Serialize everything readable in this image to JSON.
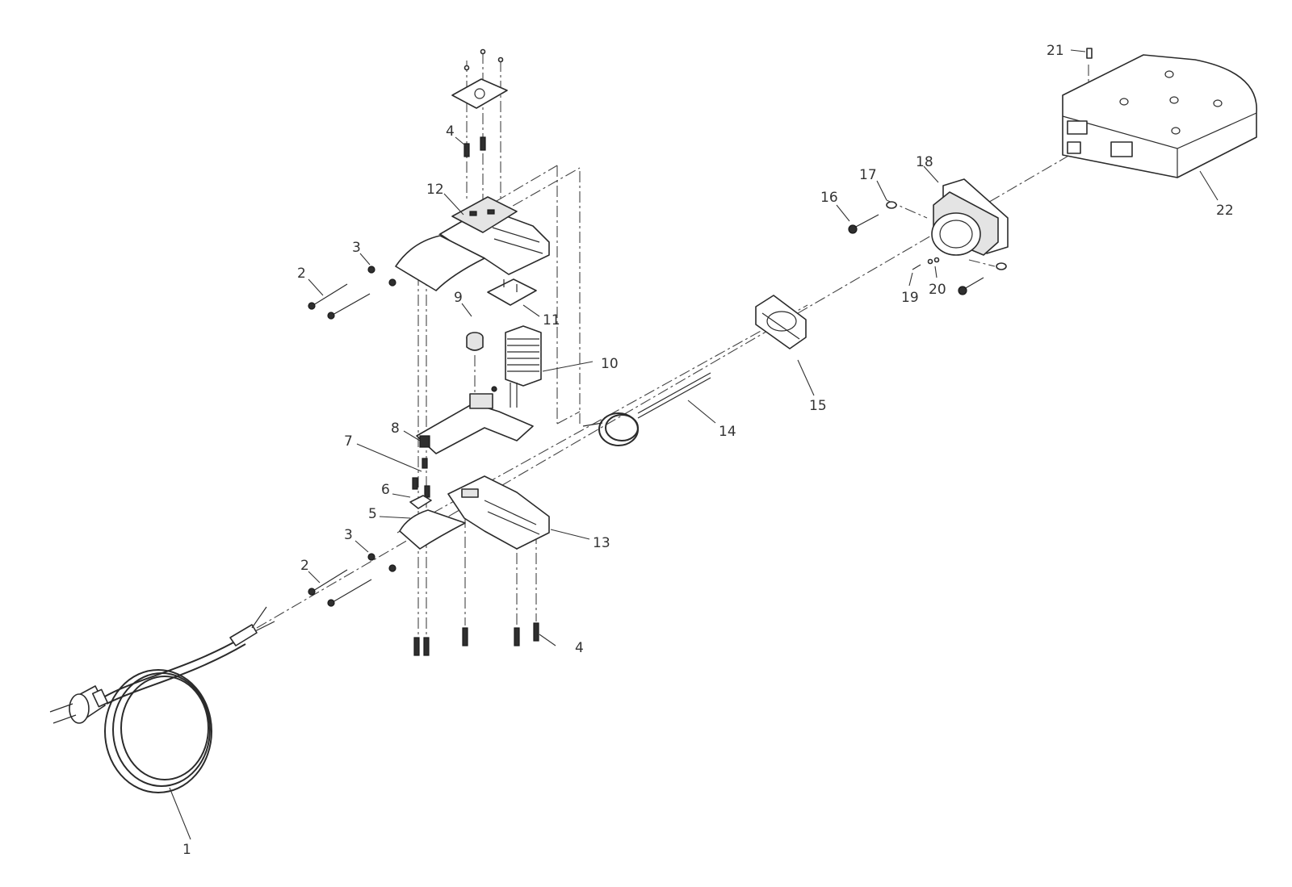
{
  "diagram": {
    "callouts": [
      {
        "id": "callout-1",
        "label": "1"
      },
      {
        "id": "callout-2-upper",
        "label": "2"
      },
      {
        "id": "callout-2-lower",
        "label": "2"
      },
      {
        "id": "callout-3-upper",
        "label": "3"
      },
      {
        "id": "callout-3-lower",
        "label": "3"
      },
      {
        "id": "callout-4-upper",
        "label": "4"
      },
      {
        "id": "callout-4-lower",
        "label": "4"
      },
      {
        "id": "callout-5",
        "label": "5"
      },
      {
        "id": "callout-6",
        "label": "6"
      },
      {
        "id": "callout-7",
        "label": "7"
      },
      {
        "id": "callout-8",
        "label": "8"
      },
      {
        "id": "callout-9",
        "label": "9"
      },
      {
        "id": "callout-10",
        "label": "10"
      },
      {
        "id": "callout-11",
        "label": "11"
      },
      {
        "id": "callout-12",
        "label": "12"
      },
      {
        "id": "callout-13",
        "label": "13"
      },
      {
        "id": "callout-14",
        "label": "14"
      },
      {
        "id": "callout-15",
        "label": "15"
      },
      {
        "id": "callout-16",
        "label": "16"
      },
      {
        "id": "callout-17",
        "label": "17"
      },
      {
        "id": "callout-18",
        "label": "18"
      },
      {
        "id": "callout-19",
        "label": "19"
      },
      {
        "id": "callout-20",
        "label": "20"
      },
      {
        "id": "callout-21",
        "label": "21"
      },
      {
        "id": "callout-22",
        "label": "22"
      }
    ]
  }
}
